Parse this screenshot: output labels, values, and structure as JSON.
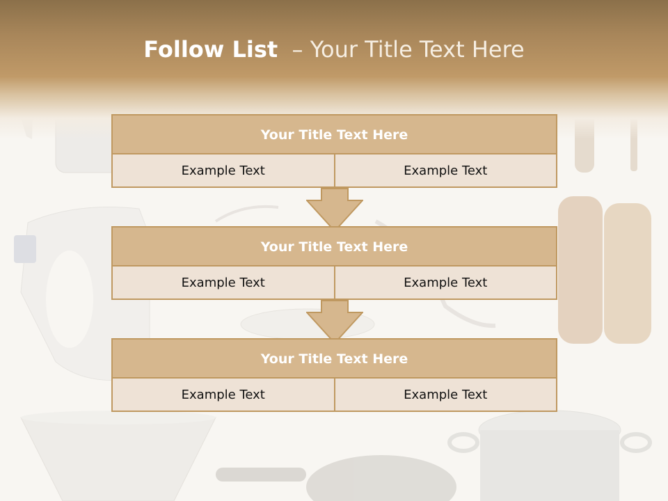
{
  "slide": {
    "title_bold": "Follow List",
    "title_rest": "  – Your Title Text Here"
  },
  "blocks": [
    {
      "title": "Your Title Text Here",
      "left": "Example Text",
      "right": "Example Text"
    },
    {
      "title": "Your Title Text Here",
      "left": "Example Text",
      "right": "Example Text"
    },
    {
      "title": "Your Title Text Here",
      "left": "Example Text",
      "right": "Example Text"
    }
  ],
  "colors": {
    "header_brown": "#a8865a",
    "box_title_fill": "#d6b78e",
    "box_body_fill": "#eee2d6",
    "box_border": "#bf9860"
  },
  "background_icons": [
    "knife-icon",
    "kettle-icon",
    "grater-icon",
    "spatula-icon",
    "hand-mixer-icon",
    "whisk-icon",
    "pepper-mill-icon",
    "salt-shaker-icon",
    "colander-icon",
    "frying-pan-icon",
    "cooking-pot-icon",
    "plate-icon"
  ]
}
